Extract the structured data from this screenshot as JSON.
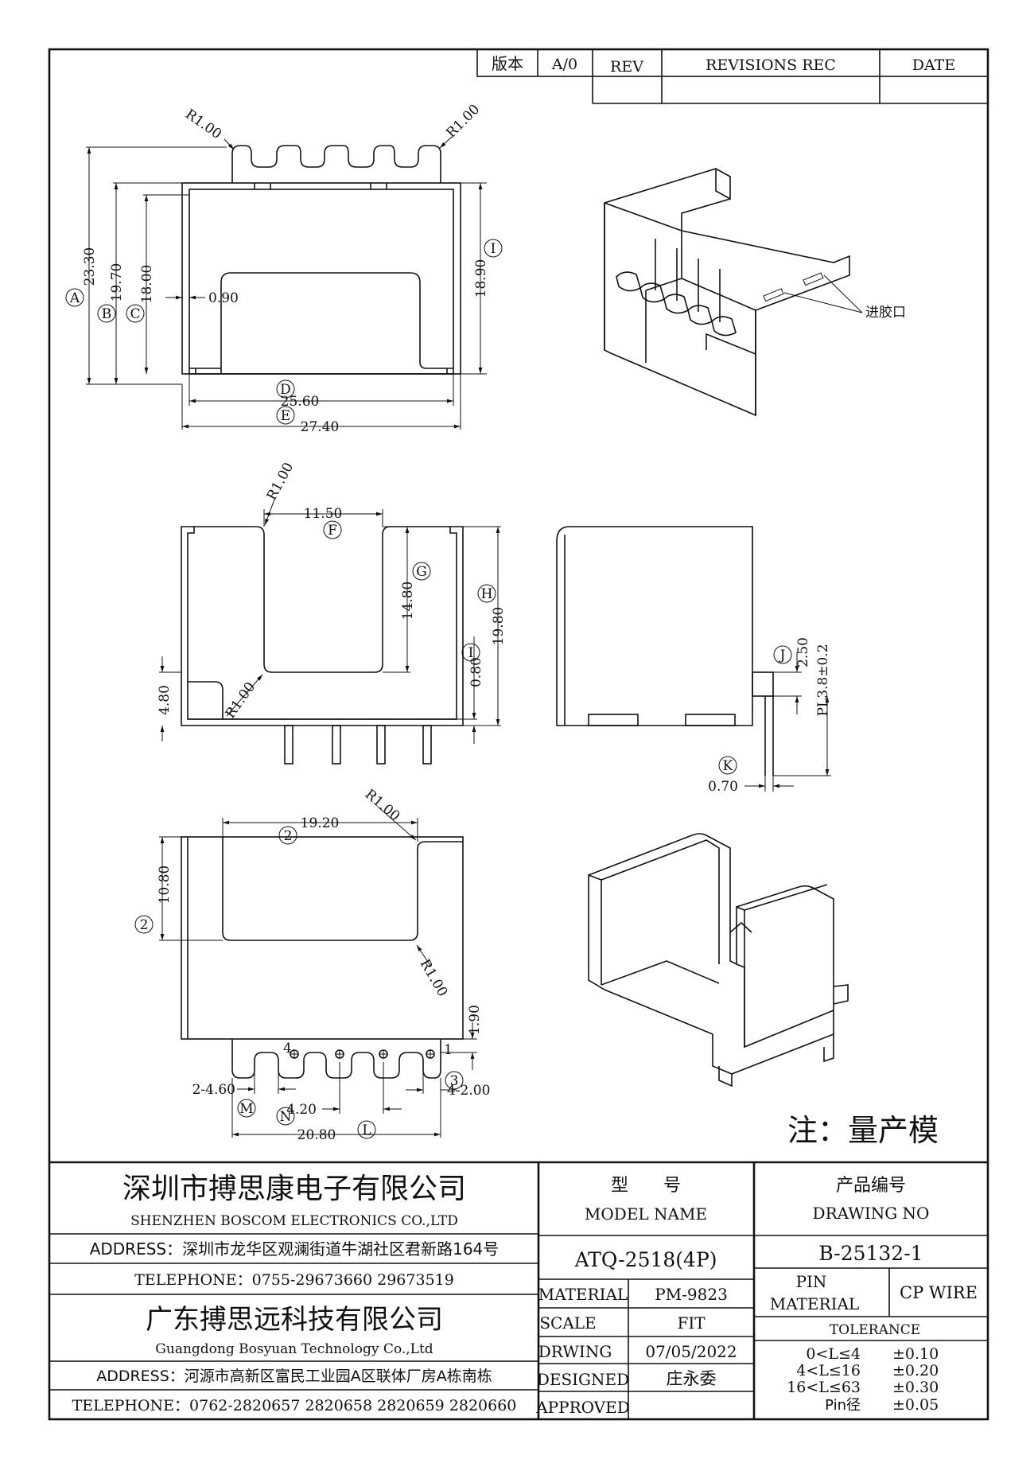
{
  "revision_header": {
    "version_label": "版本",
    "version_value": "A/0",
    "rev_label": "REV",
    "revisions_label": "REVISIONS REC",
    "date_label": "DATE"
  },
  "top_view": {
    "dims": {
      "a": "23.30",
      "b": "19.70",
      "c": "18.00",
      "wall": "0.90",
      "d": "25.60",
      "e": "27.40",
      "i": "18.90",
      "r_left": "R1.00",
      "r_right": "R1.00"
    },
    "markers": {
      "a": "A",
      "b": "B",
      "c": "C",
      "d": "D",
      "e": "E",
      "i": "I"
    }
  },
  "iso_top": {
    "gate_label": "进胶口"
  },
  "front_view": {
    "dims": {
      "f": "11.50",
      "g": "14.80",
      "h": "19.80",
      "j": "0.80",
      "left": "4.80",
      "r_top": "R1.00",
      "r_bottom": "R1.00"
    },
    "markers": {
      "f": "F",
      "g": "G",
      "h": "H",
      "j": "I"
    }
  },
  "side_view": {
    "dims": {
      "j": "2.50",
      "pl": "PL3.8±0.2",
      "k": "0.70"
    },
    "markers": {
      "j": "J",
      "k": "K"
    }
  },
  "bottom_view": {
    "dims": {
      "width": "19.20",
      "depth": "10.80",
      "r_top": "R1.00",
      "r_bottom": "R1.00",
      "step": "1.90",
      "pin_hole": "2-4.60",
      "pitch": "4.20",
      "pin_dia": "4-2.00",
      "overall": "20.80"
    },
    "markers": {
      "width": "2",
      "depth": "2",
      "step": "3",
      "m": "M",
      "n": "N",
      "l": "L"
    },
    "pin_labels": {
      "first": "1",
      "last": "4"
    }
  },
  "note": "注：量产模",
  "title_block": {
    "company1_cn": "深圳市搏思康电子有限公司",
    "company1_en": "SHENZHEN BOSCOM ELECTRONICS CO.,LTD",
    "address1": "ADDRESS：深圳市龙华区观澜街道牛湖社区君新路164号",
    "telephone1": "TELEPHONE：0755-29673660 29673519",
    "company2_cn": "广东搏思远科技有限公司",
    "company2_en": "Guangdong Bosyuan Technology Co.,Ltd",
    "address2": "ADDRESS：河源市高新区富民工业园A区联体厂房A栋南栋",
    "telephone2": "TELEPHONE：0762-2820657 2820658 2820659 2820660",
    "model_label_cn": "型　　号",
    "model_label_en": "MODEL NAME",
    "model_value": "ATQ-2518(4P)",
    "drawing_label_cn": "产品编号",
    "drawing_label_en": "DRAWING NO",
    "drawing_value": "B-25132-1",
    "material_label": "MATERIAL",
    "material_value": "PM-9823",
    "scale_label": "SCALE",
    "scale_value": "FIT",
    "drawing_date_label": "DRWING",
    "drawing_date_value": "07/05/2022",
    "designed_label": "DESIGNED",
    "designed_value": "庄永委",
    "approved_label": "APPROVED",
    "approved_value": "",
    "pin_material_label_1": "PIN",
    "pin_material_label_2": "MATERIAL",
    "pin_material_value": "CP WIRE",
    "tolerance_label": "TOLERANCE",
    "tolerances": [
      {
        "range": "0<L≤4",
        "value": "±0.10"
      },
      {
        "range": "4<L≤16",
        "value": "±0.20"
      },
      {
        "range": "16<L≤63",
        "value": "±0.30"
      },
      {
        "range": "Pin径",
        "value": "±0.05"
      }
    ]
  }
}
